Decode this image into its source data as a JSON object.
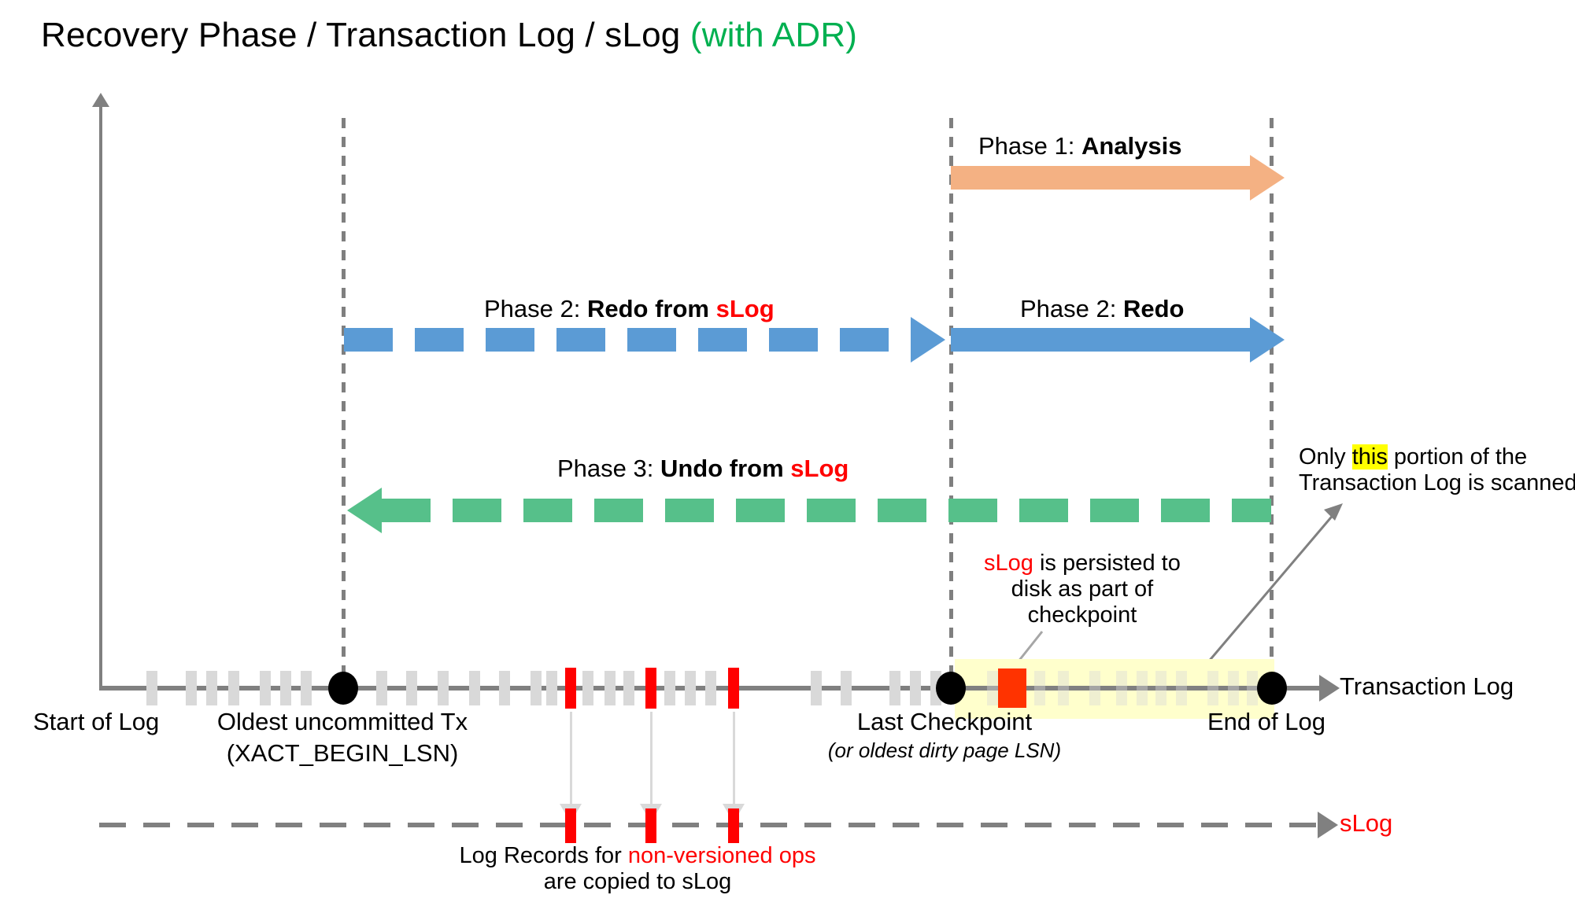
{
  "title": {
    "main": "Recovery Phase / Transaction Log / sLog ",
    "accent": "(with ADR)",
    "accent_color": "#00b050"
  },
  "colors": {
    "analysis": "#f4b183",
    "redo": "#5b9bd5",
    "undo": "#56c08a",
    "red": "#ff0000",
    "checkpoint_record": "#ff3300",
    "highlight_band": "#ffffcc",
    "highlight_word": "#ffff00",
    "axis": "#808080",
    "tick": "#d9d9d9"
  },
  "phases": [
    {
      "id": "phase-1",
      "prefix": "Phase 1: ",
      "name": "Analysis",
      "direction": "right",
      "style": "solid",
      "color": "#f4b183",
      "from": "Last Checkpoint",
      "to": "End of Log"
    },
    {
      "id": "phase-2-slog",
      "prefix": "Phase 2: ",
      "name": "Redo from ",
      "name_accent": "sLog",
      "direction": "right",
      "style": "dashed",
      "color": "#5b9bd5",
      "from": "Oldest uncommitted Tx",
      "to": "Last Checkpoint"
    },
    {
      "id": "phase-2-redo",
      "prefix": "Phase 2: ",
      "name": "Redo",
      "direction": "right",
      "style": "solid",
      "color": "#5b9bd5",
      "from": "Last Checkpoint",
      "to": "End of Log"
    },
    {
      "id": "phase-3-undo",
      "prefix": "Phase 3: ",
      "name": "Undo from ",
      "name_accent": "sLog",
      "direction": "left",
      "style": "dashed",
      "color": "#56c08a",
      "from": "End of Log",
      "to": "Oldest uncommitted Tx"
    }
  ],
  "timeline": {
    "axis_label": "Transaction Log",
    "markers": [
      {
        "id": "start-of-log",
        "label": "Start of Log",
        "sublabel": ""
      },
      {
        "id": "oldest-uncommitted-tx",
        "label": "Oldest uncommitted Tx",
        "sublabel": "(XACT_BEGIN_LSN)"
      },
      {
        "id": "last-checkpoint",
        "label": "Last Checkpoint",
        "sublabel": "(or oldest dirty page LSN)"
      },
      {
        "id": "end-of-log",
        "label": "End of Log",
        "sublabel": ""
      }
    ]
  },
  "slog": {
    "axis_label": "sLog",
    "caption_line1_a": "Log Records for ",
    "caption_line1_b": "non-versioned ops",
    "caption_line2": "are copied to sLog"
  },
  "notes": {
    "checkpoint": {
      "accent": "sLog",
      "line1_rest": " is persisted to",
      "line2": "disk as part of",
      "line3": "checkpoint"
    },
    "scanned": {
      "line1_a": "Only ",
      "line1_hl": "this",
      "line1_b": " portion of the",
      "line2": "Transaction Log is scanned."
    }
  }
}
